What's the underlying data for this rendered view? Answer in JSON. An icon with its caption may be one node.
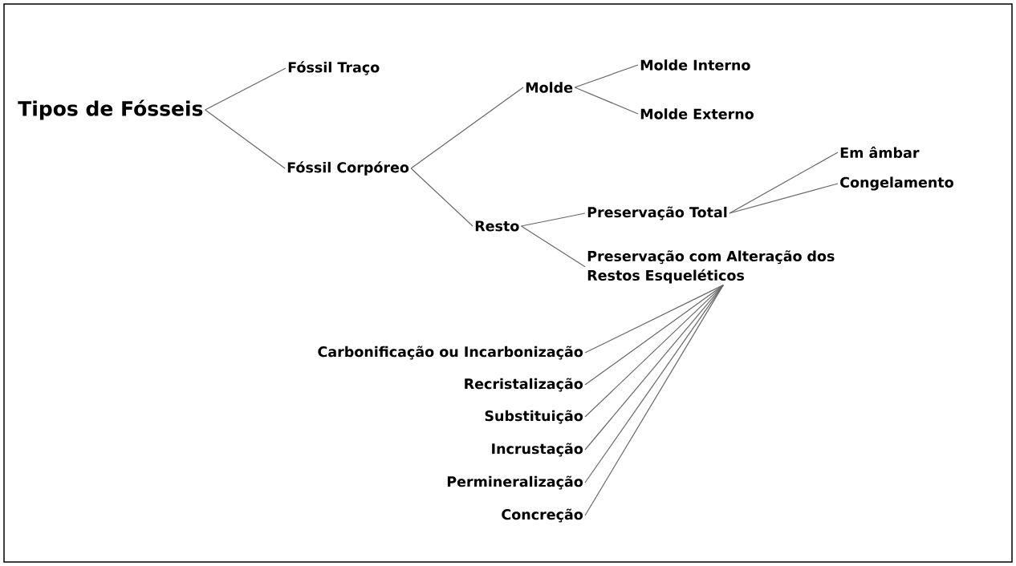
{
  "diagram": {
    "nodes": [
      {
        "text": [
          "Tipos de Fósseis"
        ]
      },
      {
        "text": [
          "Fóssil Traço"
        ]
      },
      {
        "text": [
          "Fóssil Corpóreo"
        ]
      },
      {
        "text": [
          "Molde"
        ]
      },
      {
        "text": [
          "Molde Interno"
        ]
      },
      {
        "text": [
          "Molde Externo"
        ]
      },
      {
        "text": [
          "Resto"
        ]
      },
      {
        "text": [
          "Preservação Total"
        ]
      },
      {
        "text": [
          "Em âmbar"
        ]
      },
      {
        "text": [
          "Congelamento"
        ]
      },
      {
        "text": [
          "Preservação com Alteração dos Restos Esqueléticos"
        ]
      },
      {
        "text": [
          "Carbonificação ou Incarbonização"
        ]
      },
      {
        "text": [
          "Recristalização"
        ]
      },
      {
        "text": [
          "Substituição"
        ]
      },
      {
        "text": [
          "Incrustação"
        ]
      },
      {
        "text": [
          "Permineralização"
        ]
      },
      {
        "text": [
          "Concreção"
        ]
      }
    ],
    "edges": [
      {
        "from": 0,
        "to": 1,
        "arrow": "none"
      },
      {
        "from": 0,
        "to": 2,
        "arrow": "none"
      },
      {
        "from": 2,
        "to": 3,
        "arrow": "none"
      },
      {
        "from": 2,
        "to": 6,
        "arrow": "none"
      },
      {
        "from": 3,
        "to": 4,
        "arrow": "none"
      },
      {
        "from": 3,
        "to": 5,
        "arrow": "none"
      },
      {
        "from": 6,
        "to": 7,
        "arrow": "none"
      },
      {
        "from": 6,
        "to": 10,
        "arrow": "none"
      },
      {
        "from": 7,
        "to": 8,
        "arrow": "none"
      },
      {
        "from": 7,
        "to": 9,
        "arrow": "none"
      },
      {
        "from": 10,
        "to": 11,
        "arrow": "none"
      },
      {
        "from": 10,
        "to": 12,
        "arrow": "none"
      },
      {
        "from": 10,
        "to": 13,
        "arrow": "none"
      },
      {
        "from": 10,
        "to": 14,
        "arrow": "none"
      },
      {
        "from": 10,
        "to": 15,
        "arrow": "none"
      },
      {
        "from": 10,
        "to": 16,
        "arrow": "none"
      }
    ]
  }
}
